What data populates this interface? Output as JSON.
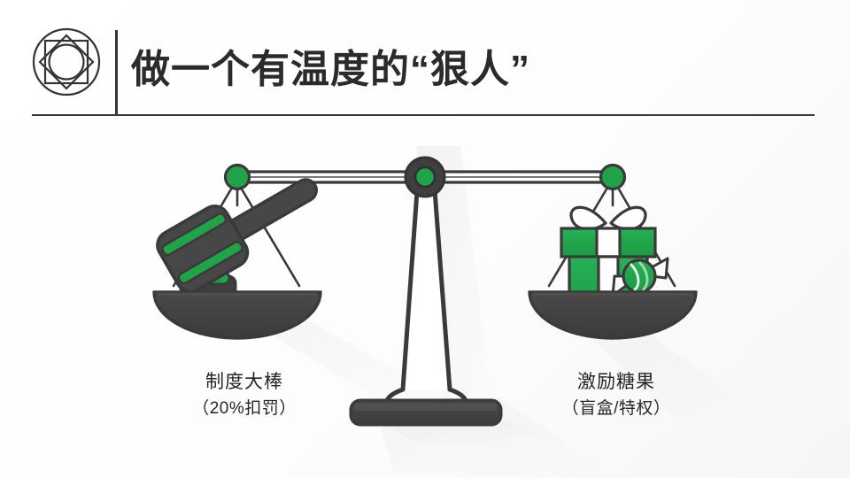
{
  "slide": {
    "background_color": "#ffffff",
    "accent_green": "#22A34A",
    "dark_gray": "#4A4A4A",
    "outline_color": "#3A3A3A",
    "text_color": "#262626"
  },
  "header": {
    "logo_icon": "circular-octagon-logo-icon",
    "title": "做一个有温度的“狠人”",
    "divider": "vertical-divider",
    "rule": "horizontal-rule"
  },
  "illustration": {
    "name": "balance-scale-illustration",
    "center_pivot": "pivot-knob",
    "left_pan": {
      "name": "left-pan",
      "item_icon": "gavel-icon",
      "item_secondary_icon": "sound-block-icon"
    },
    "right_pan": {
      "name": "right-pan",
      "item_icon": "gift-box-icon",
      "item_secondary_icon": "candy-icon"
    },
    "stand": "scale-stand",
    "base": "scale-base"
  },
  "captions": {
    "left": {
      "title": "制度大棒",
      "subtitle": "（20%扣罚）"
    },
    "right": {
      "title": "激励糖果",
      "subtitle": "（盲盒/特权）"
    }
  }
}
